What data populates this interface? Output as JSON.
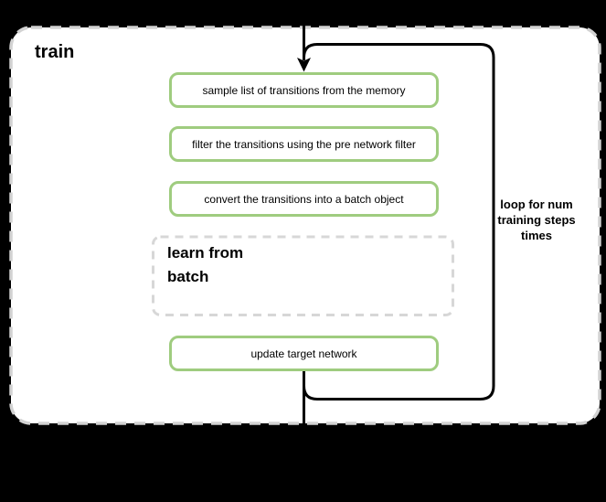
{
  "diagram": {
    "container": {
      "label": "train"
    },
    "nodes": [
      {
        "id": "sample-transitions",
        "label": "sample list of transitions from the memory",
        "type": "process"
      },
      {
        "id": "filter-transitions",
        "label": "filter the transitions using the pre network filter",
        "type": "process"
      },
      {
        "id": "convert-to-batch",
        "label": "convert the transitions into a batch object",
        "type": "process"
      },
      {
        "id": "update-target-network",
        "label": "update target network",
        "type": "process"
      }
    ],
    "learn_box": {
      "label": "learn from batch",
      "lines": [
        "learn from",
        "batch"
      ]
    },
    "loop": {
      "label": "loop for num training steps times",
      "lines": [
        "loop for num",
        "training steps",
        "times"
      ]
    },
    "colors": {
      "background": "#000000",
      "surface": "#ffffff",
      "node_border": "#9fcc7f",
      "dashed_border": "#d2d2d2",
      "dashed_border_light": "#d7d7d7",
      "connector": "#000000",
      "text": "#000000"
    }
  }
}
